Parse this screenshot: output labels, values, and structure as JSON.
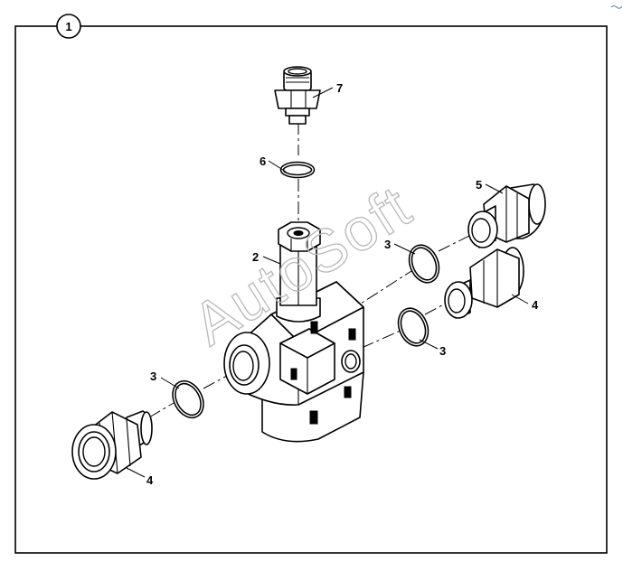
{
  "figure": {
    "figure_number": "1",
    "watermark": "AutoSoft"
  },
  "callouts": [
    {
      "id": "c7",
      "label": "7"
    },
    {
      "id": "c6",
      "label": "6"
    },
    {
      "id": "c2",
      "label": "2"
    },
    {
      "id": "c5",
      "label": "5"
    },
    {
      "id": "c3a",
      "label": "3"
    },
    {
      "id": "c4a",
      "label": "4"
    },
    {
      "id": "c3b",
      "label": "3"
    },
    {
      "id": "c3c",
      "label": "3"
    },
    {
      "id": "c4b",
      "label": "4"
    }
  ]
}
